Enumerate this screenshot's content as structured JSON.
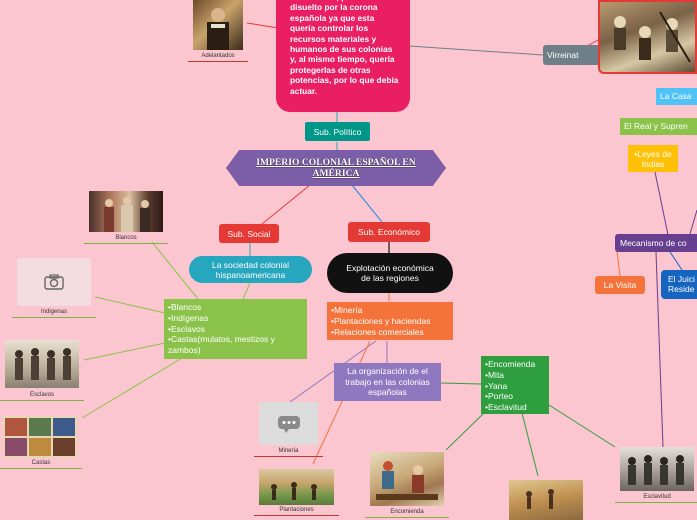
{
  "title": "IMPERIO COLONIAL ESPAÑOL EN AMÉRICA",
  "political_text": "conservada, pero fue disuelto por la corona española ya que esta quería controlar los recursos materiales y humanos de sus colonias y, al mismo tiempo, quería protegerlas de otras potencias, por lo que debía actuar.",
  "nodes": {
    "sub_politico": "Sub. Político",
    "sub_social": "Sub. Social",
    "sub_economico": "Sub. Económico",
    "sociedad": "La sociedad colonial hispanoamericana",
    "explotacion": "Explotación económica de las regiones",
    "virreinatos": "Virreinat",
    "casa": "La Casa",
    "real": "El Real y Supren",
    "leyes": "•Leyes de Indias",
    "mecanismo": "Mecanismo de co",
    "visita": "La Visita",
    "juicio": "El Juici Reside",
    "organizacion": "La organización de el trabajo en las colonias españolas"
  },
  "castes_list": [
    "•Blancos",
    "•Indígenas",
    "•Esclavos",
    "•Castas(mulatos, mestizos y zambos)"
  ],
  "economy_list": [
    "•Minería",
    "•Plantaciones y haciendas",
    "•Relaciones comerciales"
  ],
  "labor_list": [
    "•Encomienda",
    "•Mita",
    "•Yana",
    "•Porteo",
    "•Esclavitud"
  ],
  "captions": {
    "adelantados": "Adelantados",
    "blancos": "Blancos",
    "indigenas": "Indigenas",
    "esclavos": "Esclavos",
    "castas": "Castas",
    "mineria": "Minería",
    "plantaciones": "Plantaciones",
    "encomienda": "Encomienda",
    "esclavitud": "Esclavitud"
  },
  "icons": {
    "indigenas": "camera-icon",
    "mineria": "chat-bubble-icon"
  },
  "colors": {
    "background": "#fbc6cf",
    "political_box": "#e91e63",
    "center_node": "#7b5ea7",
    "teal": "#009688",
    "red_node": "#e53935",
    "cyan_node": "#26a6bf",
    "black_node": "#111111",
    "orange_node": "#f4733b",
    "purple_node": "#8e78c0",
    "green_node": "#2e9e3f",
    "lime_node": "#8bc34a",
    "grey_node": "#6e7f88",
    "sky_node": "#4fc3f7",
    "yellow_node": "#ffc107",
    "dark_purple": "#673f8f",
    "blue_node": "#1565c0"
  }
}
